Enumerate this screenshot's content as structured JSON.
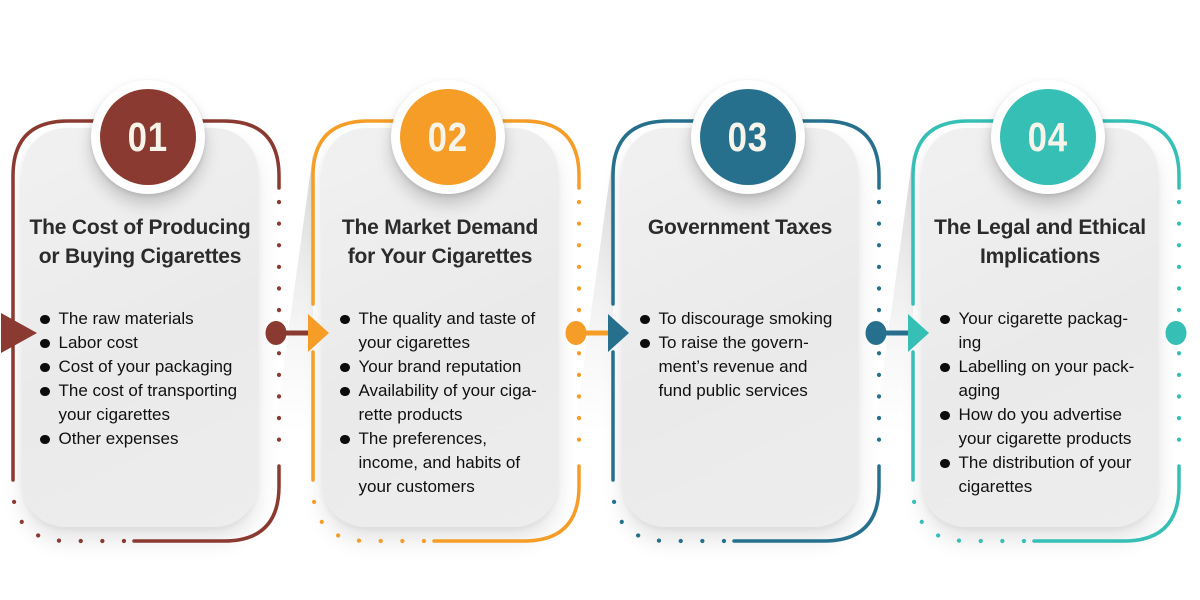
{
  "canvas": {
    "background": "#ffffff"
  },
  "cards": [
    {
      "number": "01",
      "title": "The Cost of Producing\nor Buying Cigarettes",
      "accent": "#8a3a30",
      "bullets": [
        "The raw materials",
        "Labor cost",
        "Cost of your packaging",
        "The cost of transporting\nyour cigarettes",
        "Other expenses"
      ]
    },
    {
      "number": "02",
      "title": "The Market Demand\nfor Your Cigarettes",
      "accent": "#f59d27",
      "bullets": [
        "The quality and taste of\nyour cigarettes",
        "Your brand reputation",
        "Availability of your ciga-\nrette products",
        "The preferences,\nincome, and habits of\nyour customers"
      ]
    },
    {
      "number": "03",
      "title": "Government Taxes",
      "accent": "#26708e",
      "bullets": [
        "To discourage smoking",
        "To raise the govern-\nment’s revenue and\nfund public services"
      ]
    },
    {
      "number": "04",
      "title": "The Legal and Ethical\nImplications",
      "accent": "#35bfb5",
      "bullets": [
        "Your cigarette packag-\ning",
        "Labelling on your pack-\naging",
        "How do you advertise\nyour cigarette products",
        "The distribution of your\ncigarettes"
      ]
    }
  ],
  "styles": {
    "title_color": "#2b2b2b",
    "bullet_text_color": "#101010",
    "bullet_dot_color": "#0c0c0c",
    "panel_color": "#ececec",
    "number_color": "#f8f4e9"
  }
}
